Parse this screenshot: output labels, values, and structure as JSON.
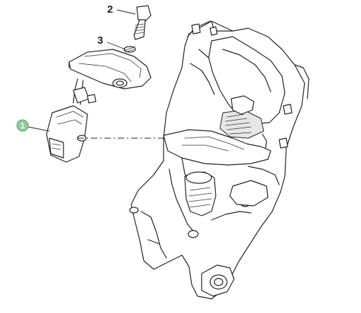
{
  "diagram": {
    "callouts": [
      {
        "label": "1",
        "part": "sensor",
        "style": "badge"
      },
      {
        "label": "2",
        "part": "bolt",
        "style": "plain"
      },
      {
        "label": "3",
        "part": "washer",
        "style": "plain"
      }
    ],
    "colors": {
      "line": "#222222",
      "background": "#ffffff",
      "badge_fill": "#8fcf9a",
      "badge_stroke": "#5a9a66"
    }
  }
}
